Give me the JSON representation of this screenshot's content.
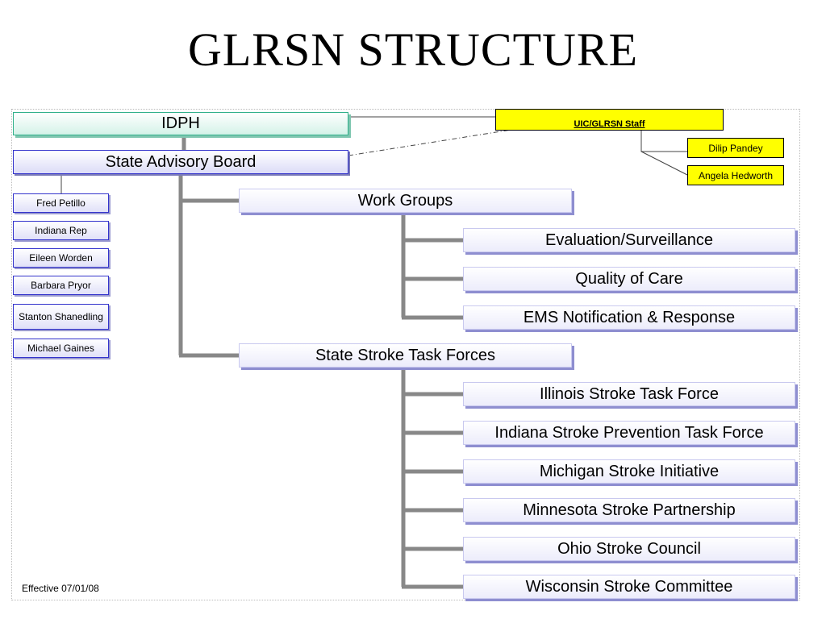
{
  "title": "GLRSN STRUCTURE",
  "top": {
    "idph": "IDPH",
    "advisory_board": "State Advisory Board"
  },
  "staff": {
    "label": "UIC/GLRSN Staff",
    "members": [
      "Dilip Pandey",
      "Angela Hedworth"
    ]
  },
  "board_members": [
    "Fred Petillo",
    "Indiana Rep",
    "Eileen Worden",
    "Barbara Pryor",
    "Stanton Shanedling",
    "Michael Gaines"
  ],
  "work_groups": {
    "label": "Work Groups",
    "items": [
      "Evaluation/Surveillance",
      "Quality of Care",
      "EMS Notification & Response"
    ]
  },
  "task_forces": {
    "label": "State Stroke Task Forces",
    "items": [
      "Illinois Stroke Task Force",
      "Indiana Stroke Prevention Task Force",
      "Michigan Stroke Initiative",
      "Minnesota Stroke Partnership",
      "Ohio Stroke Council",
      "Wisconsin Stroke Committee"
    ]
  },
  "footer": "Effective 07/01/08"
}
